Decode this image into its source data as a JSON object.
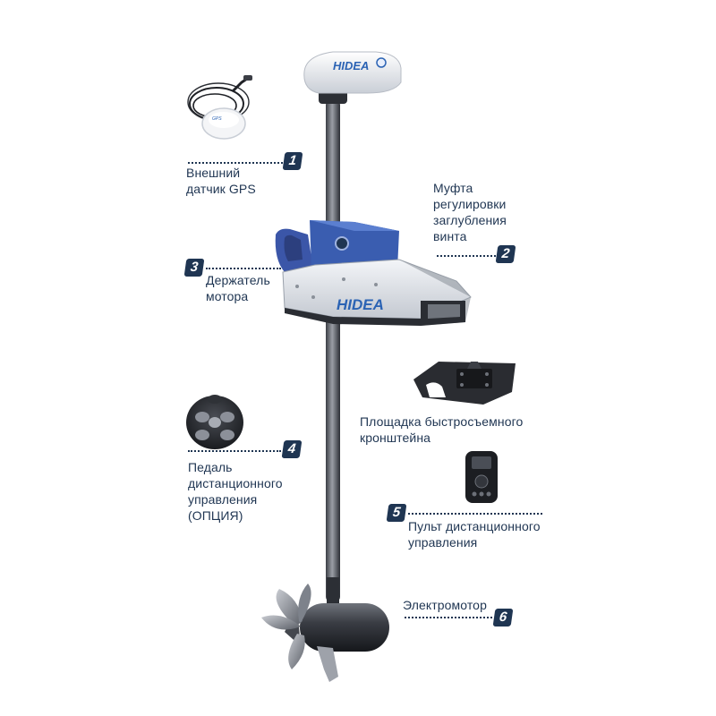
{
  "brand": {
    "logo_text": "HIDEA",
    "accent_color": "#1f3552",
    "brand_blue": "#2b63b4"
  },
  "components": [
    {
      "number": "1",
      "label": "Внешний\nдатчик GPS"
    },
    {
      "number": "2",
      "label": "Муфта\nрегулировки\nзаглубления\nвинта"
    },
    {
      "number": "3",
      "label": "Держатель\nмотора"
    },
    {
      "number": "4",
      "label": "Педаль\nдистанционного\nуправления\n(ОПЦИЯ)"
    },
    {
      "number": "5",
      "label": "Пульт дистанционного\nуправления"
    },
    {
      "number": "6",
      "label": "Электромотор"
    }
  ],
  "extra_labels": {
    "quick_release": "Площадка быстросъемного\nкронштейна"
  }
}
